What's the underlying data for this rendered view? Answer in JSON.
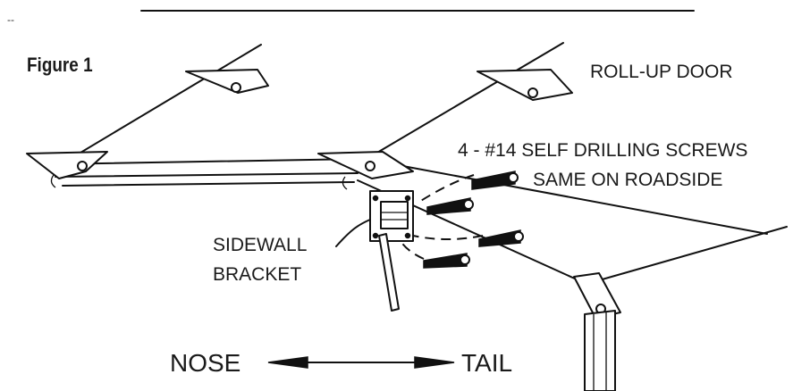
{
  "figure": {
    "title": "Figure 1",
    "stray_mark": "--"
  },
  "labels": {
    "roll_up_door": "ROLL-UP DOOR",
    "screws_line1": "4 - #14 SELF DRILLING SCREWS",
    "screws_line2": "SAME ON ROADSIDE",
    "bracket_line1": "SIDEWALL",
    "bracket_line2": "BRACKET",
    "nose": "NOSE",
    "tail": "TAIL"
  },
  "icons": {
    "door_clip": "hinge-clip-icon",
    "screw": "self-drilling-screw-icon",
    "bracket": "sidewall-bracket-icon",
    "arrow": "double-arrow-icon"
  }
}
